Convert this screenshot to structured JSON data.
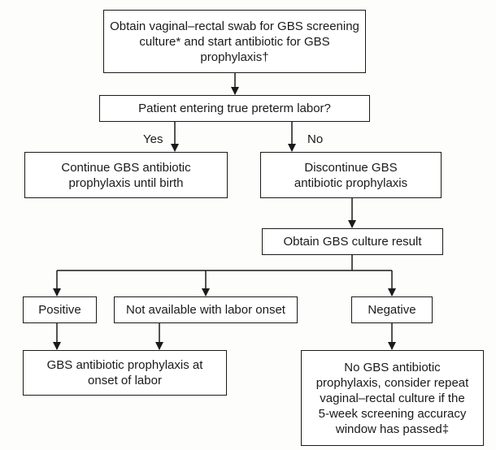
{
  "nodes": {
    "screen": "Obtain vaginal–rectal swab for GBS screening culture* and start antibiotic for GBS prophylaxis†",
    "question": "Patient entering true preterm labor?",
    "continue": "Continue GBS antibiotic prophylaxis until birth",
    "discontinue": "Discontinue GBS antibiotic prophylaxis",
    "culture": "Obtain GBS culture result",
    "positive": "Positive",
    "not_available": "Not available with labor onset",
    "negative": "Negative",
    "prophylaxis_onset": "GBS antibiotic prophylaxis at onset of labor",
    "no_prophylaxis": "No GBS antibiotic prophylaxis, consider repeat vaginal–rectal culture if the 5-week screening accuracy window has passed‡"
  },
  "edge_labels": {
    "yes": "Yes",
    "no": "No"
  },
  "colors": {
    "line": "#1a1a1a",
    "box_fill": "#ffffff",
    "background": "#fdfdfb"
  }
}
